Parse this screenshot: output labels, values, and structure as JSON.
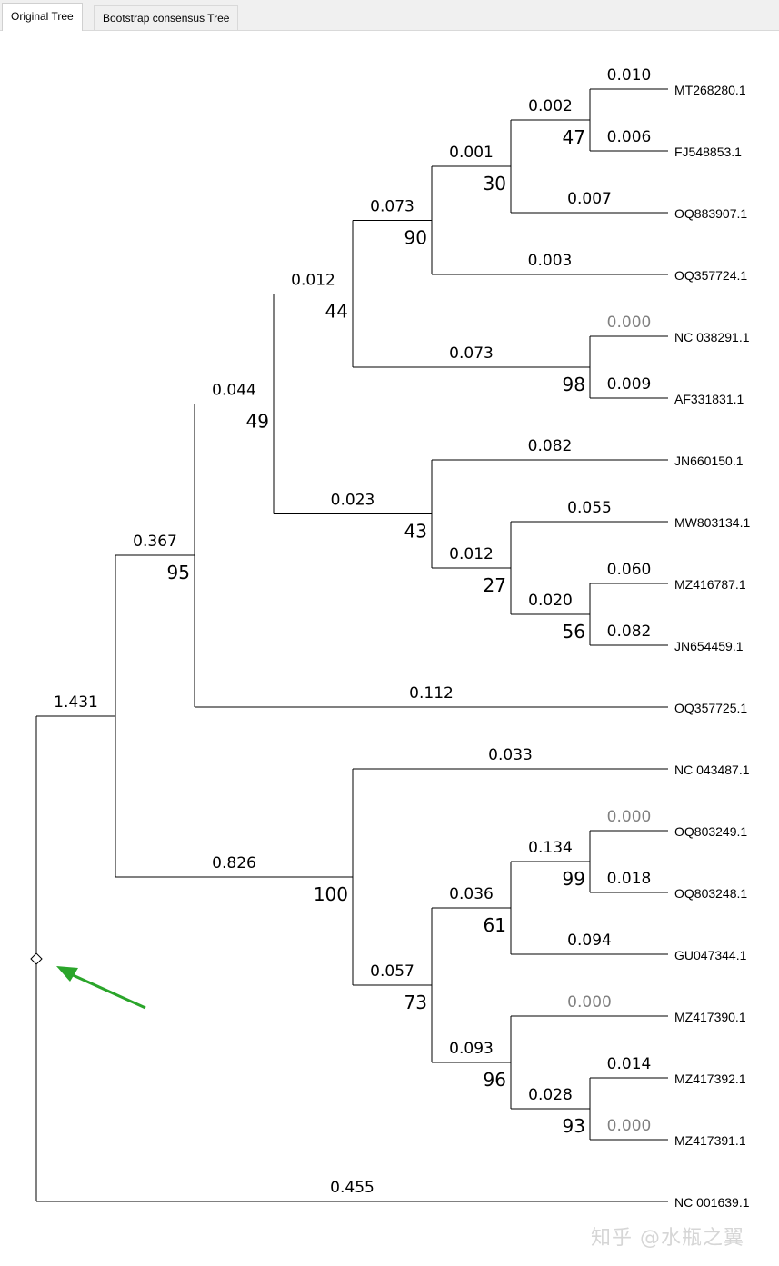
{
  "tabs": [
    {
      "label": "Original Tree",
      "active": true
    },
    {
      "label": "Bootstrap consensus Tree",
      "active": false
    }
  ],
  "colors": {
    "branch": "#000000",
    "zero_length_label": "#808080",
    "arrow": "#2aa52a"
  },
  "watermark": "知乎 @水瓶之翼",
  "tree": {
    "leaves": [
      {
        "id": "L1",
        "name": "MT268280.1",
        "length": "0.010"
      },
      {
        "id": "L2",
        "name": "FJ548853.1",
        "length": "0.006"
      },
      {
        "id": "L3",
        "name": "OQ883907.1",
        "length": "0.007"
      },
      {
        "id": "L4",
        "name": "OQ357724.1",
        "length": "0.003"
      },
      {
        "id": "L5",
        "name": "NC 038291.1",
        "length": "0.000",
        "zero": true
      },
      {
        "id": "L6",
        "name": "AF331831.1",
        "length": "0.009"
      },
      {
        "id": "L7",
        "name": "JN660150.1",
        "length": "0.082"
      },
      {
        "id": "L8",
        "name": "MW803134.1",
        "length": "0.055"
      },
      {
        "id": "L9",
        "name": "MZ416787.1",
        "length": "0.060"
      },
      {
        "id": "L10",
        "name": "JN654459.1",
        "length": "0.082"
      },
      {
        "id": "L11",
        "name": "OQ357725.1",
        "length": "0.112"
      },
      {
        "id": "L12",
        "name": "NC 043487.1",
        "length": "0.033"
      },
      {
        "id": "L13",
        "name": "OQ803249.1",
        "length": "0.000",
        "zero": true
      },
      {
        "id": "L14",
        "name": "OQ803248.1",
        "length": "0.018"
      },
      {
        "id": "L15",
        "name": "GU047344.1",
        "length": "0.094"
      },
      {
        "id": "L16",
        "name": "MZ417390.1",
        "length": "0.000",
        "zero": true
      },
      {
        "id": "L17",
        "name": "MZ417392.1",
        "length": "0.014"
      },
      {
        "id": "L18",
        "name": "MZ417391.1",
        "length": "0.000",
        "zero": true
      },
      {
        "id": "L19",
        "name": "NC 001639.1",
        "length": "0.455"
      }
    ],
    "internal": [
      {
        "id": "N1",
        "depth": 7,
        "children": [
          "L1",
          "L2"
        ],
        "length": "0.002",
        "support": "47"
      },
      {
        "id": "N2",
        "depth": 6,
        "children": [
          "N1",
          "L3"
        ],
        "length": "0.001",
        "support": "30"
      },
      {
        "id": "N3",
        "depth": 5,
        "children": [
          "N2",
          "L4"
        ],
        "length": "0.073",
        "support": "90"
      },
      {
        "id": "N4",
        "depth": 7,
        "children": [
          "L5",
          "L6"
        ],
        "length": "0.073",
        "support": "98"
      },
      {
        "id": "N5",
        "depth": 4,
        "children": [
          "N3",
          "N4"
        ],
        "length": "0.012",
        "support": "44"
      },
      {
        "id": "N6",
        "depth": 7,
        "children": [
          "L9",
          "L10"
        ],
        "length": "0.020",
        "support": "56"
      },
      {
        "id": "N7",
        "depth": 6,
        "children": [
          "L8",
          "N6"
        ],
        "length": "0.012",
        "support": "27"
      },
      {
        "id": "N8",
        "depth": 5,
        "children": [
          "L7",
          "N7"
        ],
        "length": "0.023",
        "support": "43"
      },
      {
        "id": "N9",
        "depth": 3,
        "children": [
          "N5",
          "N8"
        ],
        "length": "0.044",
        "support": "49"
      },
      {
        "id": "N10",
        "depth": 2,
        "children": [
          "N9",
          "L11"
        ],
        "length": "0.367",
        "support": "95"
      },
      {
        "id": "N11",
        "depth": 7,
        "children": [
          "L13",
          "L14"
        ],
        "length": "0.134",
        "support": "99"
      },
      {
        "id": "N12",
        "depth": 6,
        "children": [
          "N11",
          "L15"
        ],
        "length": "0.036",
        "support": "61"
      },
      {
        "id": "N13",
        "depth": 7,
        "children": [
          "L17",
          "L18"
        ],
        "length": "0.028",
        "support": "93"
      },
      {
        "id": "N14",
        "depth": 6,
        "children": [
          "L16",
          "N13"
        ],
        "length": "0.093",
        "support": "96"
      },
      {
        "id": "N15",
        "depth": 5,
        "children": [
          "N12",
          "N14"
        ],
        "length": "0.057",
        "support": "73"
      },
      {
        "id": "N16",
        "depth": 4,
        "children": [
          "L12",
          "N15"
        ],
        "length": "0.826",
        "support": "100"
      },
      {
        "id": "N17",
        "depth": 1,
        "children": [
          "N10",
          "N16"
        ],
        "length": "1.431"
      },
      {
        "id": "ROOT",
        "depth": 0,
        "children": [
          "N17",
          "L19"
        ]
      }
    ]
  }
}
